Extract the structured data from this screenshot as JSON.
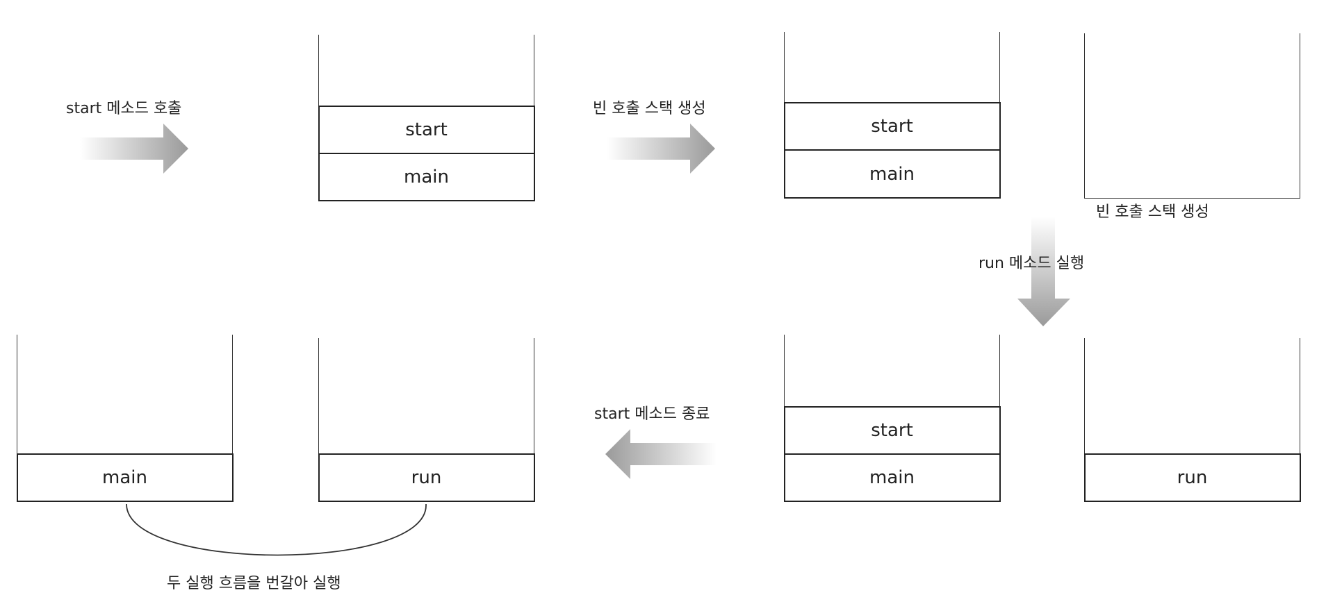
{
  "steps": {
    "call_start": "start 메소드 호출",
    "create_stack_arrow": "빈 호출 스택 생성",
    "create_stack_caption": "빈 호출 스택 생성",
    "run_method": "run 메소드 실행",
    "start_end": "start 메소드 종료",
    "alternate": "두 실행 흐름을 번갈아 실행"
  },
  "stacks": {
    "s1": {
      "top": "start",
      "bottom": "main"
    },
    "s2": {
      "top": "start",
      "bottom": "main"
    },
    "s4": {
      "top": "start",
      "bottom": "main"
    },
    "s5": {
      "bottom": "run"
    },
    "s6": {
      "bottom": "main"
    },
    "s7": {
      "bottom": "run"
    }
  },
  "colors": {
    "line": "#222222",
    "arrow_dark": "#9a9a9a",
    "arrow_light": "#ffffff"
  }
}
